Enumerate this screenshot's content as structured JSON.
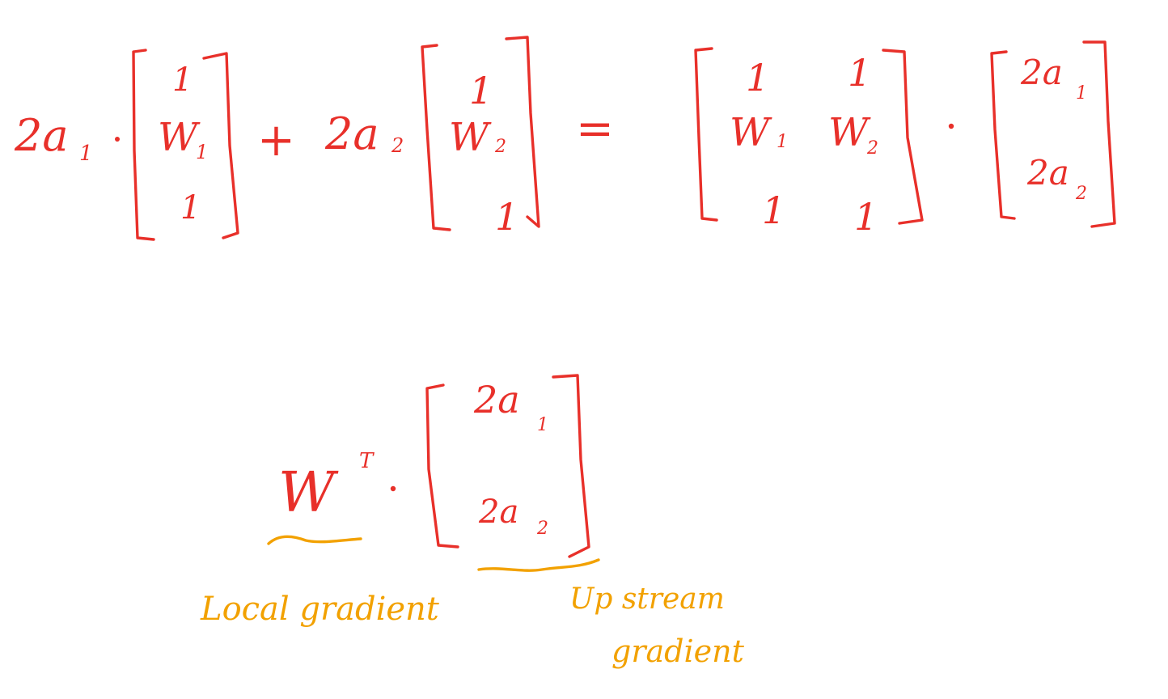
{
  "equation_top": {
    "coef1": "2a",
    "coef1_sub": "1",
    "vec1": [
      "1",
      "W",
      "1"
    ],
    "vec1_sub": "1",
    "plus": "+",
    "coef2": "2a",
    "coef2_sub": "2",
    "vec2": [
      "1",
      "W",
      "1"
    ],
    "vec2_sub": "2",
    "equals": "=",
    "matrix_top": [
      "1",
      "1"
    ],
    "matrix_mid": [
      "W",
      "W"
    ],
    "matrix_mid_subs": [
      "1",
      "2"
    ],
    "matrix_bot": [
      "1",
      "1"
    ],
    "rhs_vec": [
      "2a",
      "2a"
    ],
    "rhs_vec_subs": [
      "1",
      "2"
    ]
  },
  "equation_bottom": {
    "matrix": "W",
    "transpose": "T",
    "vec": [
      "2a",
      "2a"
    ],
    "vec_subs": [
      "1",
      "2"
    ]
  },
  "annotations": {
    "local_gradient": "Local gradient",
    "upstream_gradient_line1": "Up stream",
    "upstream_gradient_line2": "gradient"
  },
  "colors": {
    "equation": "#e8302a",
    "annotation": "#f2a100",
    "background": "#ffffff"
  }
}
